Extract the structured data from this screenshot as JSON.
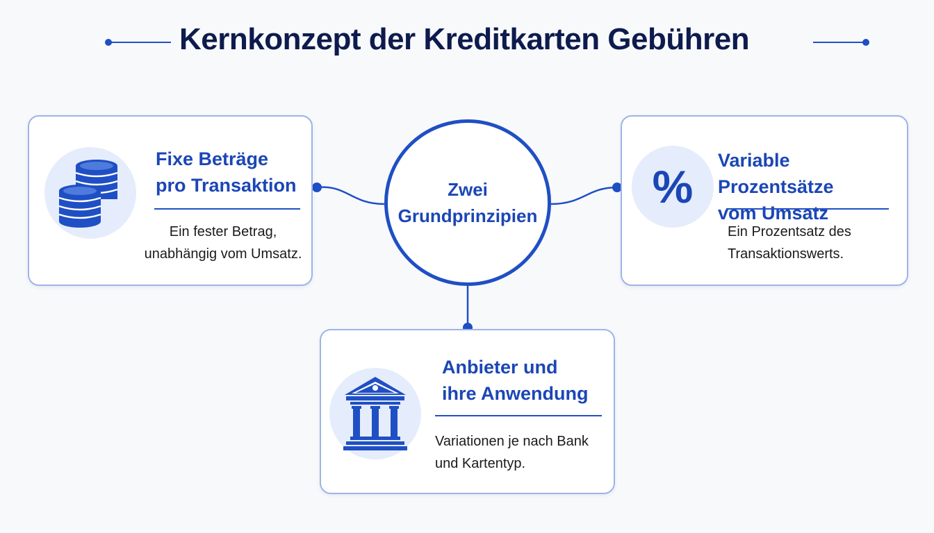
{
  "title": "Kernkonzept der Kreditkarten Gebühren",
  "center": {
    "label": "Zwei\nGrundprinzipien"
  },
  "cards": {
    "left": {
      "icon": "coins-stack-icon",
      "title": "Fixe Beträge\npro Transaktion",
      "description": "Ein fester Betrag,\nunabhängig vom Umsatz."
    },
    "right": {
      "icon": "percent-icon",
      "icon_text": "%",
      "title": "Variable Prozentsätze\nvom Umsatz",
      "description": "Ein Prozentsatz des\nTransaktionswerts."
    },
    "bottom": {
      "icon": "bank-building-icon",
      "title": "Anbieter und\nihre Anwendung",
      "description": "Variationen je nach Bank\nund Kartentyp."
    }
  },
  "colors": {
    "accent": "#1f4fc4",
    "title_text": "#0d1b4d",
    "heading_text": "#1b46b6",
    "icon_bg": "#e5ecfb",
    "card_border": "#9db4e8"
  }
}
